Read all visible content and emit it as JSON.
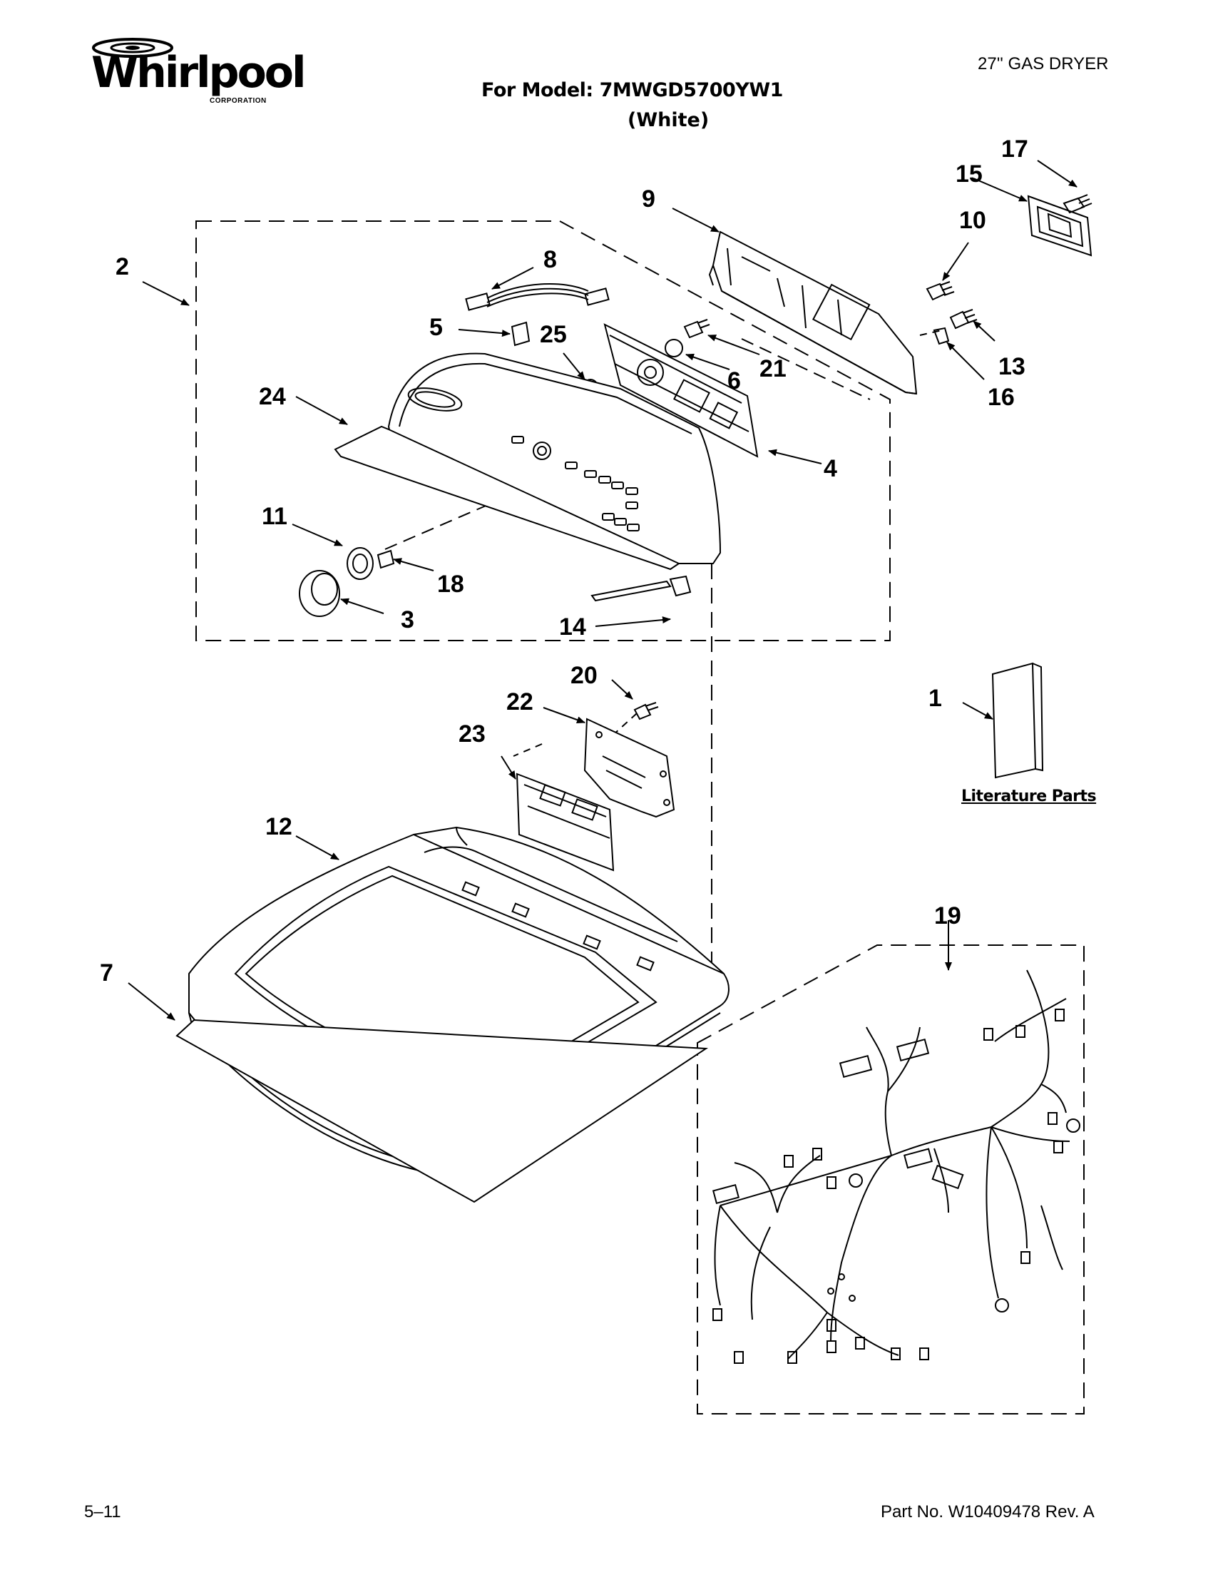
{
  "header": {
    "brand": "Whirlpool",
    "brand_sub": "CORPORATION",
    "product": "27'' GAS DRYER",
    "model_line": "For Model: 7MWGD5700YW1",
    "color_line": "(White)"
  },
  "footer": {
    "date_code": "5–11",
    "part_number": "Part No. W10409478 Rev. A"
  },
  "literature_label": "Literature Parts",
  "callouts": [
    "1",
    "2",
    "3",
    "4",
    "5",
    "6",
    "7",
    "8",
    "9",
    "10",
    "11",
    "12",
    "13",
    "14",
    "15",
    "16",
    "17",
    "18",
    "19",
    "20",
    "21",
    "22",
    "23",
    "24",
    "25"
  ]
}
